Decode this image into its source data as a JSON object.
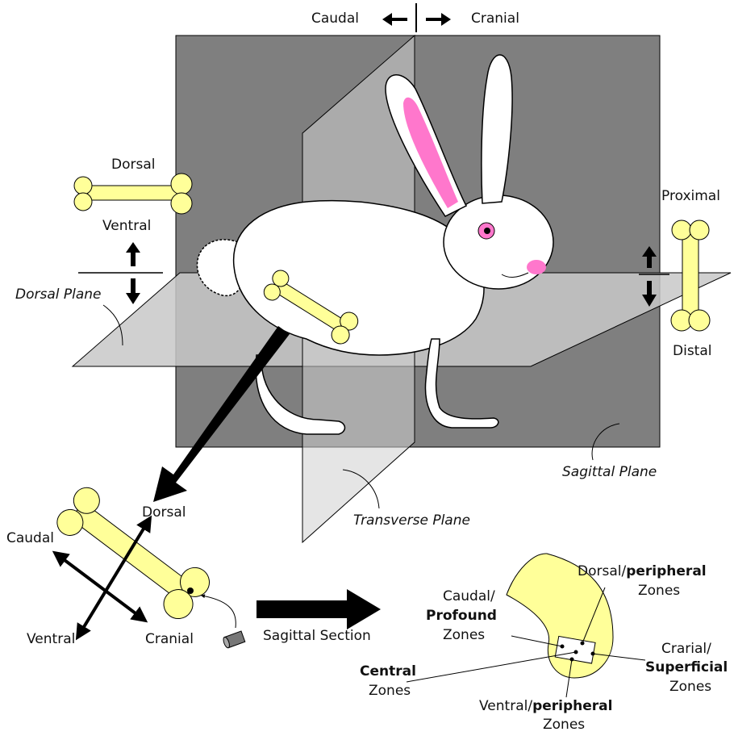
{
  "labels": {
    "caudal_top": "Caudal",
    "cranial_top": "Cranial",
    "dorsal_left": "Dorsal",
    "ventral_left": "Ventral",
    "dorsal_plane": "Dorsal Plane",
    "proximal": "Proximal",
    "distal": "Distal",
    "sagittal_plane": "Sagittal Plane",
    "transverse_plane": "Transverse Plane",
    "bone_dorsal": "Dorsal",
    "bone_caudal": "Caudal",
    "bone_ventral": "Ventral",
    "bone_cranial": "Cranial",
    "sagittal_section": "Sagittal Section",
    "zone_dorsal_1": "Dorsal/",
    "zone_dorsal_2": "peripheral",
    "zone_dorsal_3": "Zones",
    "zone_caudal_1": "Caudal/",
    "zone_caudal_2": "Profound",
    "zone_caudal_3": "Zones",
    "zone_cranial_1": "Crarial/",
    "zone_cranial_2": "Superficial",
    "zone_cranial_3": "Zones",
    "zone_central_1": "Central",
    "zone_central_2": "Zones",
    "zone_ventral_1": "Ventral/",
    "zone_ventral_2": "peripheral",
    "zone_ventral_3": "Zones"
  },
  "colors": {
    "bone": "#ffff99",
    "sagittal_plane": "#7f7f7f",
    "translucent_plane": "#c8c8c8",
    "ear_inner": "#ff77cc",
    "arrow": "#000000"
  }
}
